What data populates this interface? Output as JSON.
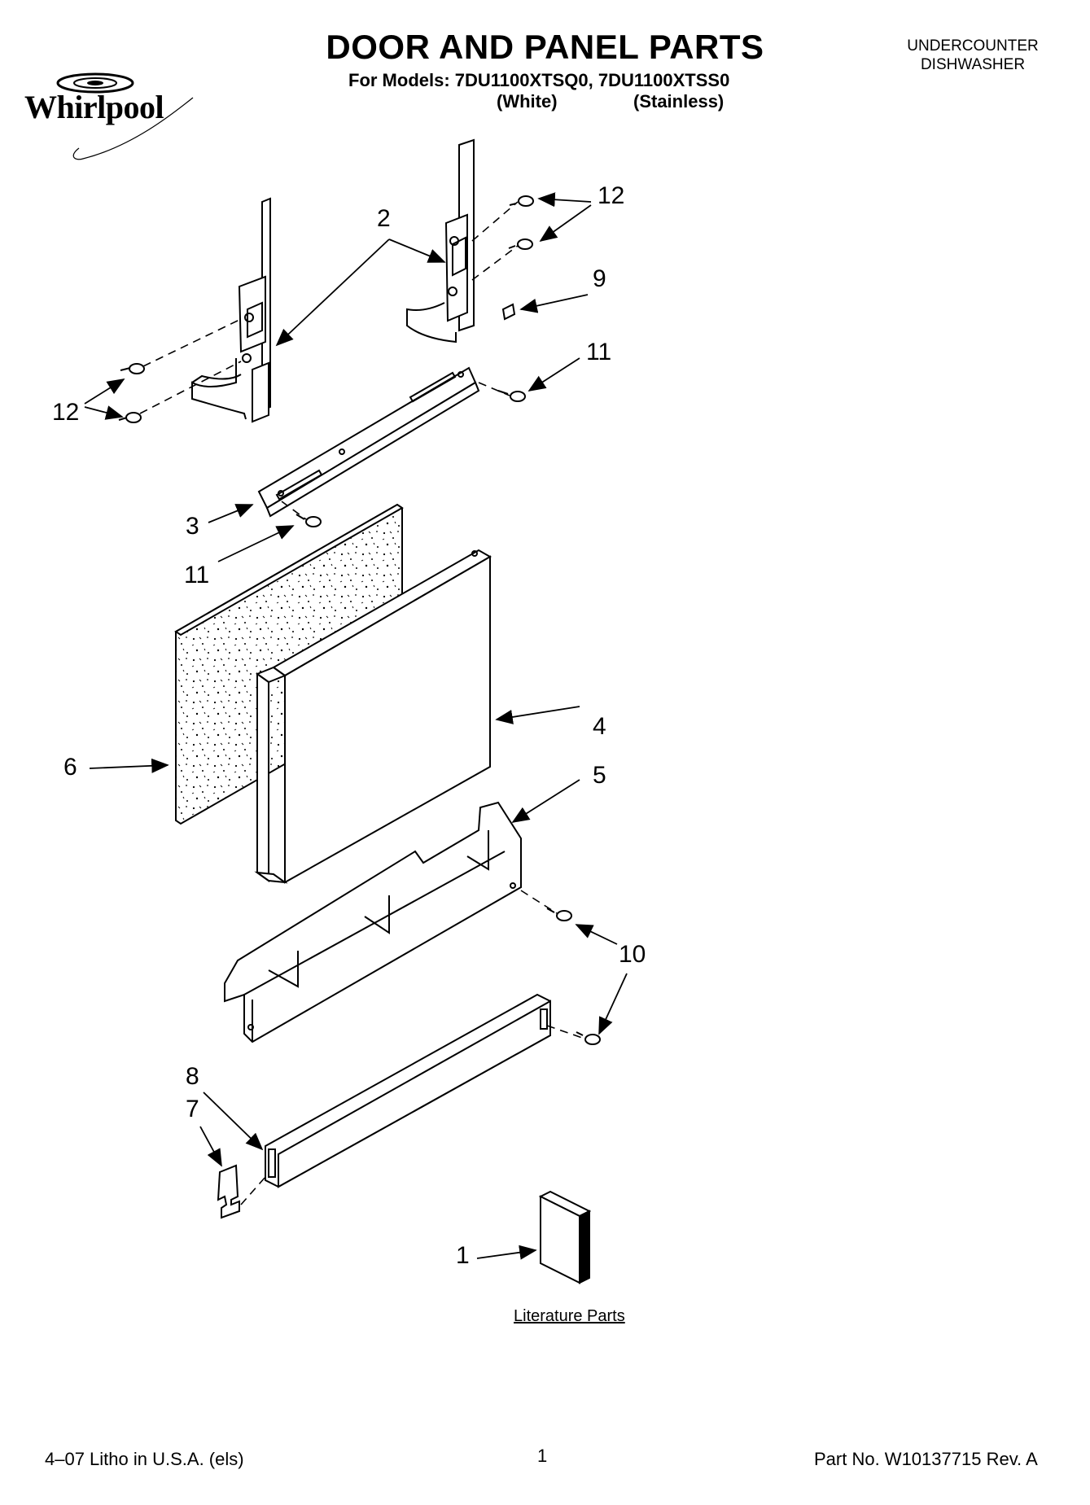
{
  "brand": {
    "name": "Whirlpool"
  },
  "header": {
    "title": "DOOR AND PANEL PARTS",
    "models_line": "For Models: 7DU1100XTSQ0, 7DU1100XTSS0",
    "variant_white": "(White)",
    "variant_stainless": "(Stainless)",
    "category_line1": "UNDERCOUNTER",
    "category_line2": "DISHWASHER"
  },
  "callouts": {
    "c1": "1",
    "c2": "2",
    "c3": "3",
    "c4": "4",
    "c5": "5",
    "c6": "6",
    "c7": "7",
    "c8": "8",
    "c9": "9",
    "c10": "10",
    "c11a": "11",
    "c11b": "11",
    "c12a": "12",
    "c12b": "12"
  },
  "literature_label": "Literature Parts",
  "footer": {
    "left": "4–07 Litho in U.S.A. (els)",
    "page": "1",
    "right": "Part No. W10137715 Rev. A"
  }
}
